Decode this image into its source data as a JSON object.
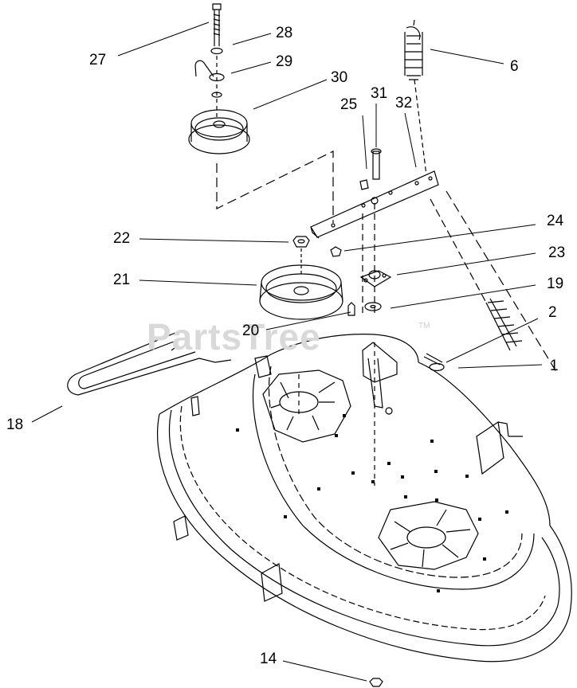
{
  "watermark": {
    "text": "PartsTree",
    "tm": "TM"
  },
  "callouts": {
    "c27": "27",
    "c28": "28",
    "c29": "29",
    "c30": "30",
    "c25": "25",
    "c31": "31",
    "c32": "32",
    "c6": "6",
    "c22": "22",
    "c24": "24",
    "c23": "23",
    "c21": "21",
    "c19": "19",
    "c2": "2",
    "c20": "20",
    "c1": "1",
    "c18": "18",
    "c14": "14"
  }
}
